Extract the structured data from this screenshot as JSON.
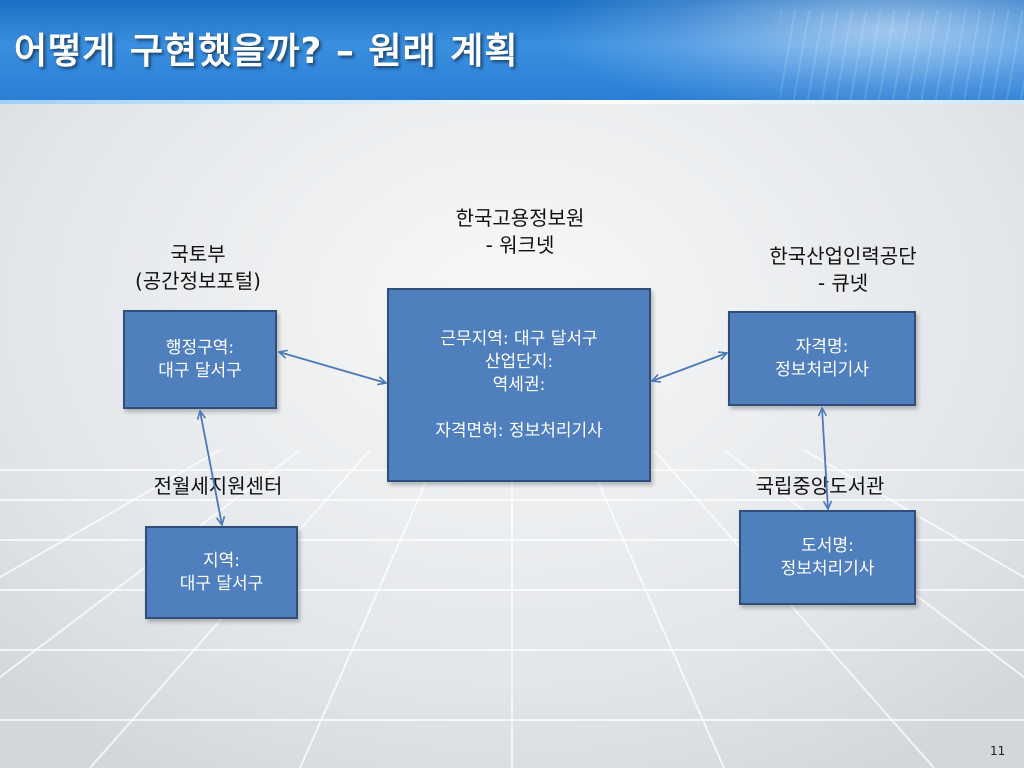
{
  "title": "어떻게 구현했을까? – 원래 계획",
  "page_number": "11",
  "labels": {
    "molit": [
      "국토부",
      "(공간정보포털)"
    ],
    "keis": [
      "한국고용정보원",
      "- 워크넷"
    ],
    "hrdk": [
      "한국산업인력공단",
      "- 큐넷"
    ],
    "welfare_center": "전월세지원센터",
    "national_library": "국립중앙도서관"
  },
  "boxes": {
    "admin_area": [
      "행정구역:",
      "대구 달서구"
    ],
    "workplace": [
      "근무지역: 대구 달서구",
      "산업단지:",
      "역세권:",
      "",
      "자격면허: 정보처리기사"
    ],
    "qualification": [
      "자격명:",
      "정보처리기사"
    ],
    "region": [
      "지역:",
      "대구 달서구"
    ],
    "book": [
      "도서명:",
      "정보처리기사"
    ]
  },
  "colors": {
    "box_fill": "#4f7fbd",
    "box_border": "#2f4f7a",
    "arrow": "#4a78b8",
    "header": "#2a7ed6"
  }
}
